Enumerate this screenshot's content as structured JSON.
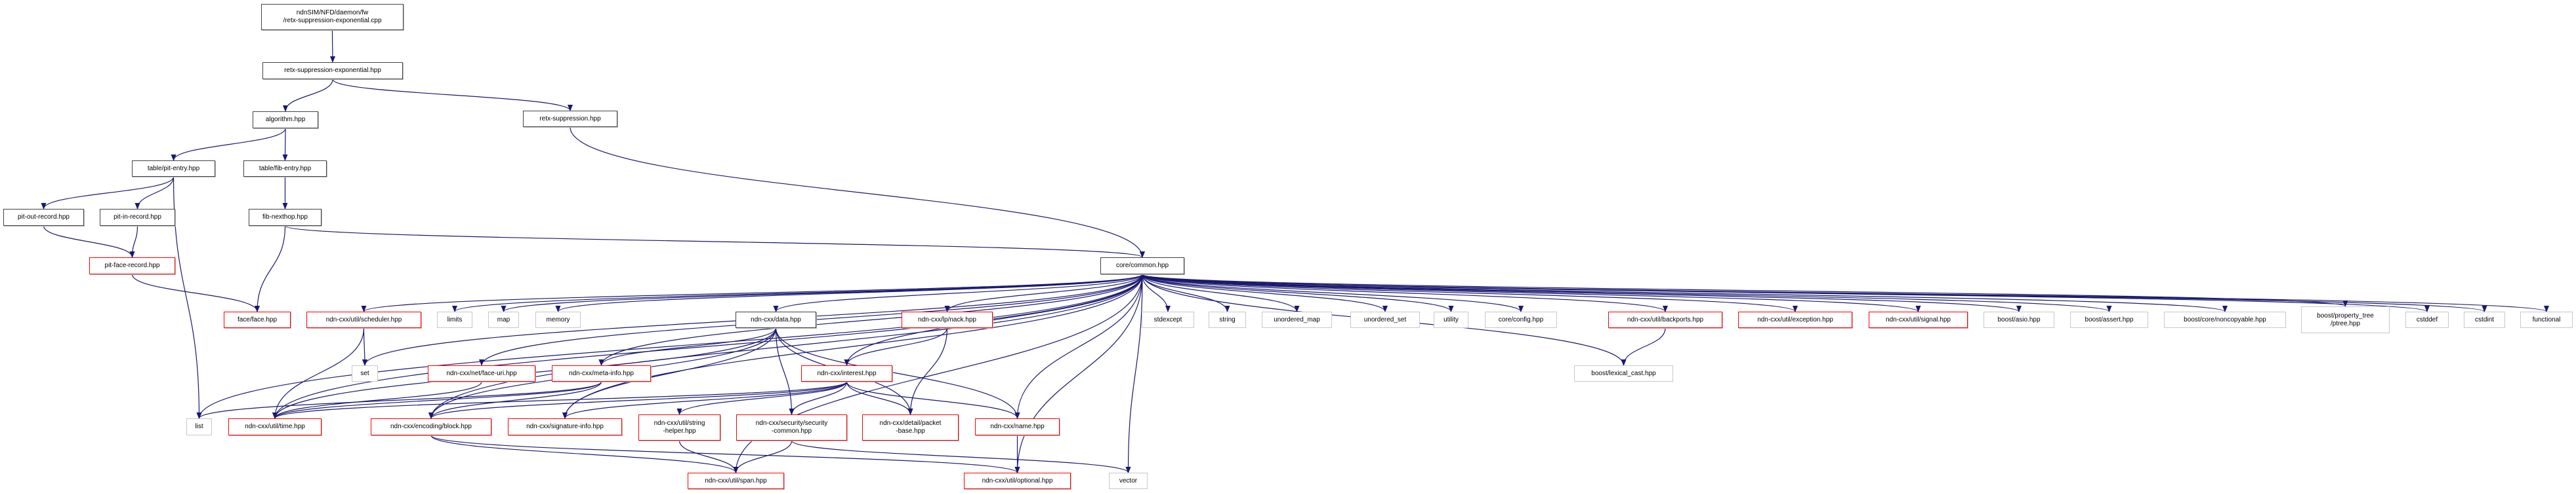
{
  "colors": {
    "edge": "#191970",
    "root_fill": "#bfbfbf",
    "truncated_border": "#ff0000",
    "external_border": "#c8c8c8",
    "doc_border": "#404040"
  },
  "nodes": {
    "root": {
      "label": "ndnSIM/NFD/daemon/fw\n/retx-suppression-exponential.cpp",
      "kind": "root"
    },
    "retx_exp": {
      "label": "retx-suppression-exponential.hpp",
      "kind": "doc"
    },
    "algorithm": {
      "label": "algorithm.hpp",
      "kind": "doc"
    },
    "retx_supp": {
      "label": "retx-suppression.hpp",
      "kind": "doc"
    },
    "pit_entry": {
      "label": "table/pit-entry.hpp",
      "kind": "doc"
    },
    "fib_entry": {
      "label": "table/fib-entry.hpp",
      "kind": "doc"
    },
    "pit_out": {
      "label": "pit-out-record.hpp",
      "kind": "doc"
    },
    "pit_in": {
      "label": "pit-in-record.hpp",
      "kind": "doc"
    },
    "fib_nexthop": {
      "label": "fib-nexthop.hpp",
      "kind": "doc"
    },
    "pit_face": {
      "label": "pit-face-record.hpp",
      "kind": "truncated"
    },
    "common": {
      "label": "core/common.hpp",
      "kind": "doc"
    },
    "face": {
      "label": "face/face.hpp",
      "kind": "truncated"
    },
    "scheduler": {
      "label": "ndn-cxx/util/scheduler.hpp",
      "kind": "truncated"
    },
    "limits": {
      "label": "limits",
      "kind": "external"
    },
    "map": {
      "label": "map",
      "kind": "external"
    },
    "memory": {
      "label": "memory",
      "kind": "external"
    },
    "data": {
      "label": "ndn-cxx/data.hpp",
      "kind": "doc"
    },
    "nack": {
      "label": "ndn-cxx/lp/nack.hpp",
      "kind": "truncated"
    },
    "stdexcept": {
      "label": "stdexcept",
      "kind": "external"
    },
    "string": {
      "label": "string",
      "kind": "external"
    },
    "unordered_map": {
      "label": "unordered_map",
      "kind": "external"
    },
    "unordered_set": {
      "label": "unordered_set",
      "kind": "external"
    },
    "utility": {
      "label": "utility",
      "kind": "external"
    },
    "config": {
      "label": "core/config.hpp",
      "kind": "external"
    },
    "backports": {
      "label": "ndn-cxx/util/backports.hpp",
      "kind": "truncated"
    },
    "exception": {
      "label": "ndn-cxx/util/exception.hpp",
      "kind": "truncated"
    },
    "signal": {
      "label": "ndn-cxx/util/signal.hpp",
      "kind": "truncated"
    },
    "asio": {
      "label": "boost/asio.hpp",
      "kind": "external"
    },
    "assert": {
      "label": "boost/assert.hpp",
      "kind": "external"
    },
    "noncopyable": {
      "label": "boost/core/noncopyable.hpp",
      "kind": "external"
    },
    "ptree": {
      "label": "boost/property_tree\n/ptree.hpp",
      "kind": "external"
    },
    "cstddef": {
      "label": "cstddef",
      "kind": "external"
    },
    "cstdint": {
      "label": "cstdint",
      "kind": "external"
    },
    "functional": {
      "label": "functional",
      "kind": "external"
    },
    "set": {
      "label": "set",
      "kind": "external"
    },
    "face_uri": {
      "label": "ndn-cxx/net/face-uri.hpp",
      "kind": "truncated"
    },
    "meta_info": {
      "label": "ndn-cxx/meta-info.hpp",
      "kind": "truncated"
    },
    "interest": {
      "label": "ndn-cxx/interest.hpp",
      "kind": "truncated"
    },
    "lexical_cast": {
      "label": "boost/lexical_cast.hpp",
      "kind": "external"
    },
    "list": {
      "label": "list",
      "kind": "external"
    },
    "time": {
      "label": "ndn-cxx/util/time.hpp",
      "kind": "truncated"
    },
    "block": {
      "label": "ndn-cxx/encoding/block.hpp",
      "kind": "truncated"
    },
    "signature_info": {
      "label": "ndn-cxx/signature-info.hpp",
      "kind": "truncated"
    },
    "string_helper": {
      "label": "ndn-cxx/util/string\n-helper.hpp",
      "kind": "truncated"
    },
    "security_common": {
      "label": "ndn-cxx/security/security\n-common.hpp",
      "kind": "truncated"
    },
    "packet_base": {
      "label": "ndn-cxx/detail/packet\n-base.hpp",
      "kind": "truncated"
    },
    "name": {
      "label": "ndn-cxx/name.hpp",
      "kind": "truncated"
    },
    "span": {
      "label": "ndn-cxx/util/span.hpp",
      "kind": "truncated"
    },
    "optional": {
      "label": "ndn-cxx/util/optional.hpp",
      "kind": "truncated"
    },
    "vector": {
      "label": "vector",
      "kind": "external"
    }
  },
  "edges": [
    [
      "root",
      "retx_exp"
    ],
    [
      "retx_exp",
      "algorithm"
    ],
    [
      "retx_exp",
      "retx_supp"
    ],
    [
      "algorithm",
      "pit_entry"
    ],
    [
      "algorithm",
      "fib_entry"
    ],
    [
      "pit_entry",
      "pit_out"
    ],
    [
      "pit_entry",
      "pit_in"
    ],
    [
      "pit_entry",
      "list"
    ],
    [
      "fib_entry",
      "fib_nexthop"
    ],
    [
      "pit_out",
      "pit_face"
    ],
    [
      "pit_in",
      "pit_face"
    ],
    [
      "pit_face",
      "face"
    ],
    [
      "fib_nexthop",
      "face"
    ],
    [
      "fib_nexthop",
      "common"
    ],
    [
      "retx_supp",
      "common"
    ],
    [
      "common",
      "scheduler"
    ],
    [
      "common",
      "limits"
    ],
    [
      "common",
      "map"
    ],
    [
      "common",
      "memory"
    ],
    [
      "common",
      "set"
    ],
    [
      "common",
      "face_uri"
    ],
    [
      "common",
      "meta_info"
    ],
    [
      "common",
      "time"
    ],
    [
      "common",
      "block"
    ],
    [
      "common",
      "signature_info"
    ],
    [
      "common",
      "data"
    ],
    [
      "common",
      "interest"
    ],
    [
      "common",
      "nack"
    ],
    [
      "common",
      "name"
    ],
    [
      "common",
      "span"
    ],
    [
      "common",
      "optional"
    ],
    [
      "common",
      "vector"
    ],
    [
      "common",
      "stdexcept"
    ],
    [
      "common",
      "string"
    ],
    [
      "common",
      "unordered_map"
    ],
    [
      "common",
      "unordered_set"
    ],
    [
      "common",
      "utility"
    ],
    [
      "common",
      "config"
    ],
    [
      "common",
      "lexical_cast"
    ],
    [
      "common",
      "backports"
    ],
    [
      "common",
      "exception"
    ],
    [
      "common",
      "signal"
    ],
    [
      "common",
      "asio"
    ],
    [
      "common",
      "assert"
    ],
    [
      "common",
      "noncopyable"
    ],
    [
      "common",
      "ptree"
    ],
    [
      "common",
      "cstddef"
    ],
    [
      "common",
      "cstdint"
    ],
    [
      "common",
      "functional"
    ],
    [
      "common",
      "list"
    ],
    [
      "scheduler",
      "time"
    ],
    [
      "scheduler",
      "set"
    ],
    [
      "face_uri",
      "time"
    ],
    [
      "meta_info",
      "time"
    ],
    [
      "meta_info",
      "block"
    ],
    [
      "meta_info",
      "list"
    ],
    [
      "data",
      "time"
    ],
    [
      "data",
      "block"
    ],
    [
      "data",
      "signature_info"
    ],
    [
      "data",
      "security_common"
    ],
    [
      "data",
      "packet_base"
    ],
    [
      "data",
      "name"
    ],
    [
      "data",
      "meta_info"
    ],
    [
      "interest",
      "time"
    ],
    [
      "interest",
      "block"
    ],
    [
      "interest",
      "signature_info"
    ],
    [
      "interest",
      "string_helper"
    ],
    [
      "interest",
      "security_common"
    ],
    [
      "interest",
      "packet_base"
    ],
    [
      "interest",
      "name"
    ],
    [
      "nack",
      "interest"
    ],
    [
      "nack",
      "packet_base"
    ],
    [
      "name",
      "optional"
    ],
    [
      "block",
      "span"
    ],
    [
      "block",
      "optional"
    ],
    [
      "string_helper",
      "span"
    ],
    [
      "security_common",
      "span"
    ],
    [
      "security_common",
      "vector"
    ],
    [
      "backports",
      "lexical_cast"
    ]
  ]
}
